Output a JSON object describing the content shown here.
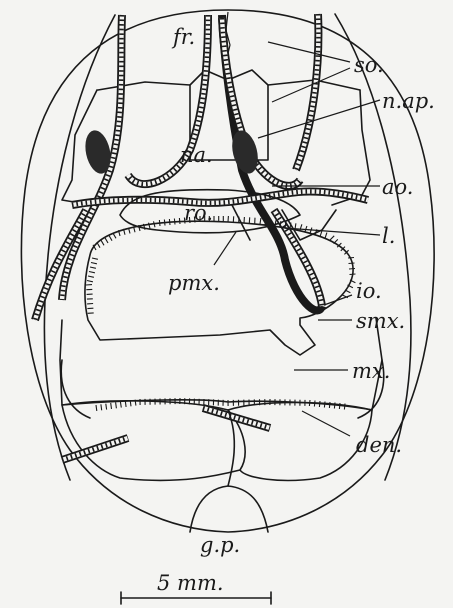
{
  "labels": {
    "fr": "fr.",
    "so": "so.",
    "na": "na.",
    "nap": "n.ap.",
    "ao": "ao.",
    "ro": "ro.",
    "l": "l.",
    "pmx": "pmx.",
    "io": "io.",
    "smx": "smx.",
    "mx": "mx.",
    "den": "den.",
    "gp": "g.p."
  },
  "scale_bar": {
    "label": "5 mm."
  }
}
